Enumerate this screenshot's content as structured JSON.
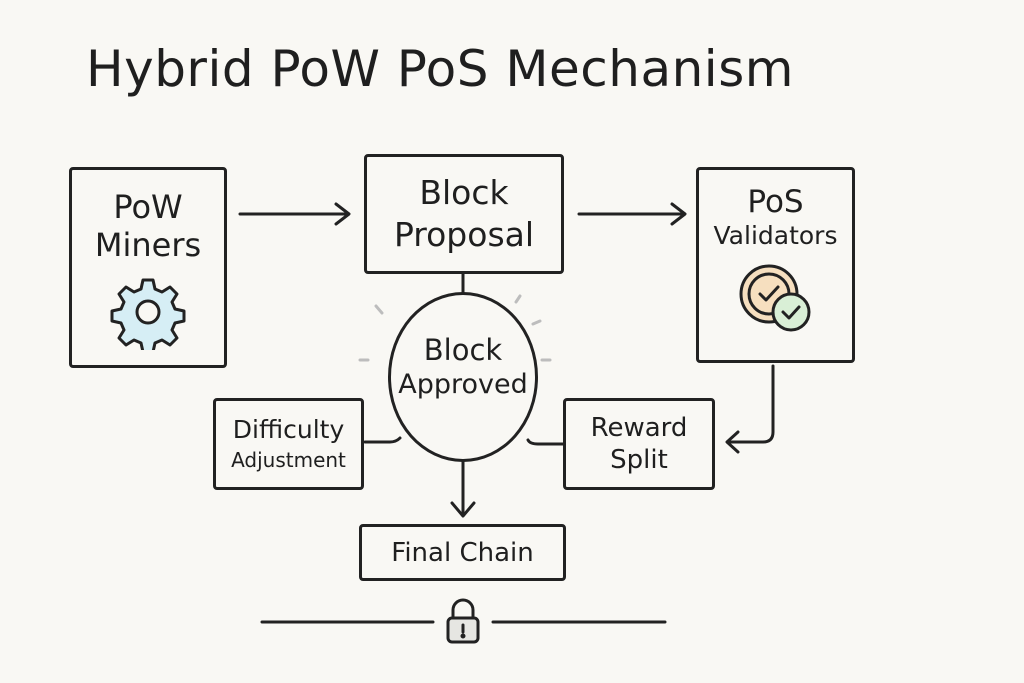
{
  "title": "Hybrid PoW PoS Mechanism",
  "nodes": {
    "pow_miners": {
      "line1": "PoW",
      "line2": "Miners",
      "icon": "gear-icon"
    },
    "block_proposal": {
      "line1": "Block",
      "line2": "Proposal"
    },
    "pos_validators": {
      "line1": "PoS",
      "line2": "Validators",
      "icon": "check-badge-icon"
    },
    "block_approved": {
      "line1": "Block",
      "line2": "Approved"
    },
    "difficulty_adjustment": {
      "line1": "Difficulty",
      "line2": "Adjustment"
    },
    "reward_split": {
      "line1": "Reward",
      "line2": "Split"
    },
    "final_chain": {
      "label": "Final Chain",
      "icon": "lock-icon"
    }
  },
  "colors": {
    "background": "#f9f8f4",
    "stroke": "#222222",
    "gear_fill": "#d6eef5",
    "badge_orange": "#f6dfbf",
    "badge_green": "#d9efd6"
  }
}
